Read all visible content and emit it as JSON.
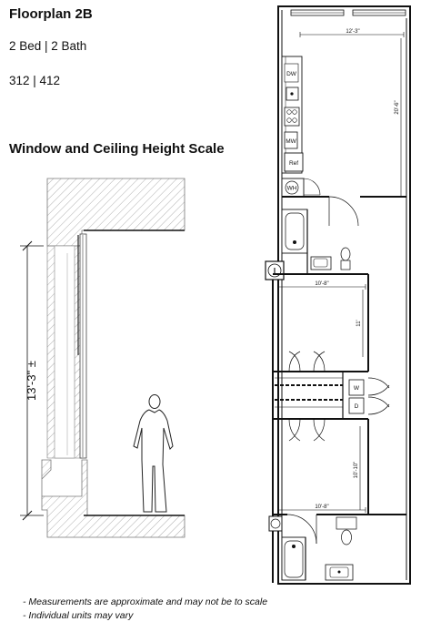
{
  "header": {
    "title": "Floorplan 2B",
    "bed_bath": "2 Bed  |  2 Bath",
    "units": "312 | 412"
  },
  "section": {
    "title": "Window and Ceiling Height Scale",
    "height_label": "13'-3\" ±"
  },
  "plan": {
    "dims": {
      "top_width": "12'-3\"",
      "kitchen_length": "20'-6\"",
      "bedroom1_width": "10'-8\"",
      "bedroom1_length": "11'",
      "bedroom2_width": "10'-8\"",
      "bedroom2_length": "10'-10\""
    },
    "labels": {
      "dishwasher": "DW",
      "microwave": "MW",
      "refrigerator": "Ref",
      "water_heater": "WH",
      "washer": "W",
      "dryer": "D"
    }
  },
  "notes": {
    "measurements": "- Measurements are approximate and may not be to scale",
    "units_vary": "- Individual units may vary"
  }
}
